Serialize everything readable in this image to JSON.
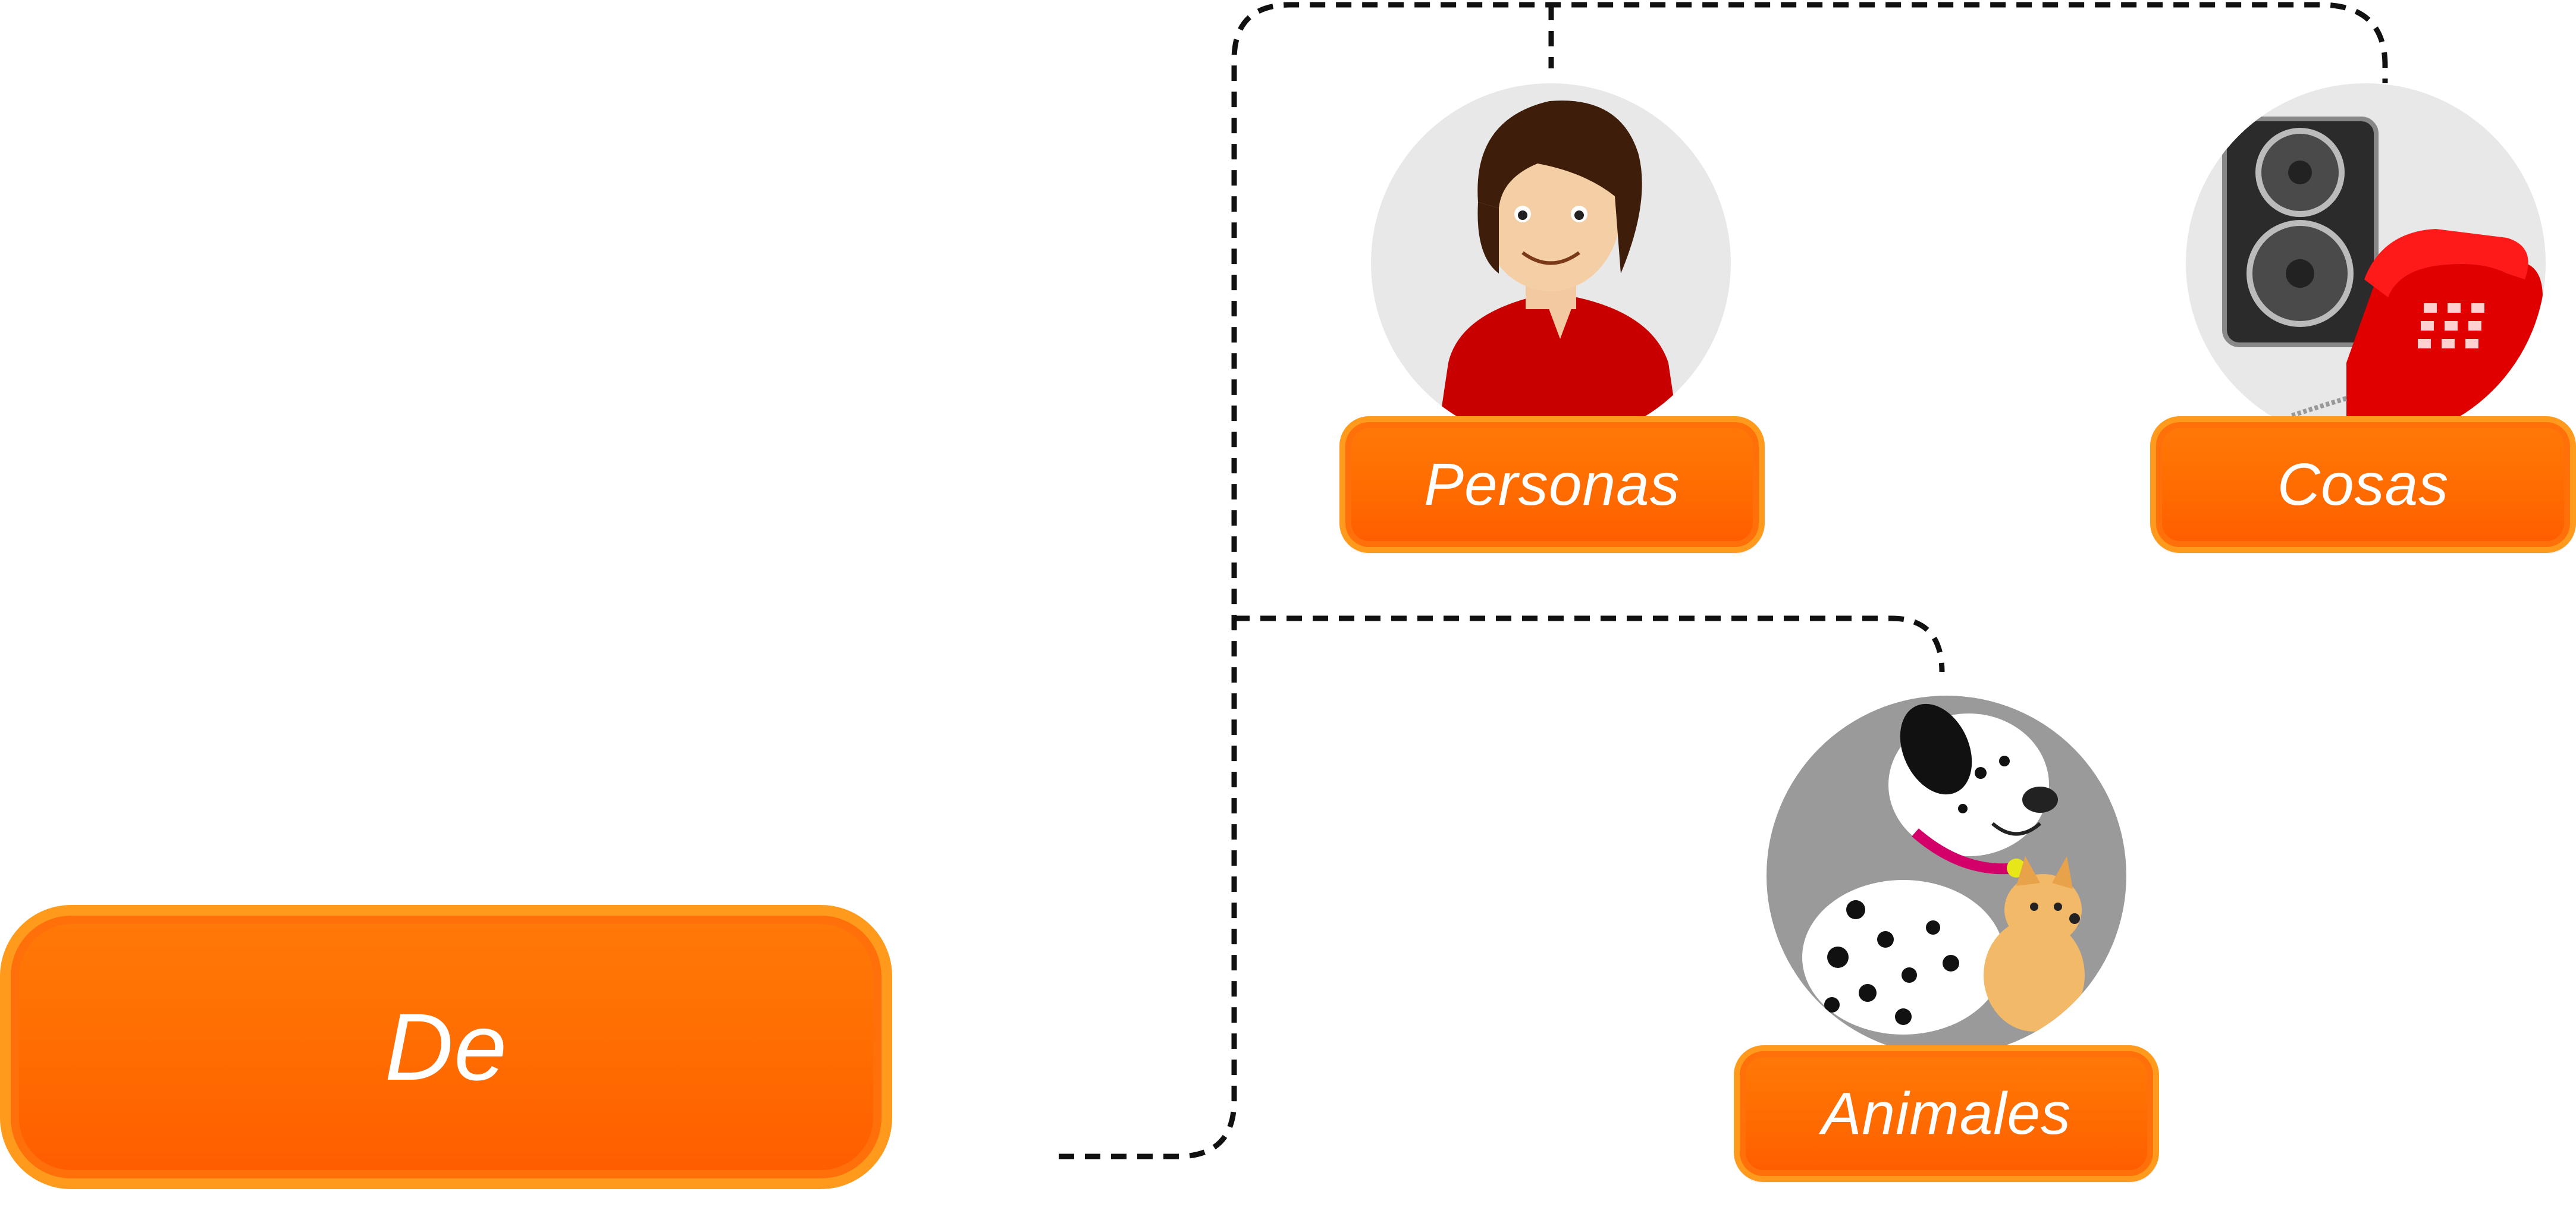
{
  "root": {
    "label": "De"
  },
  "categories": [
    {
      "id": "personas",
      "label": "Personas",
      "icon": "person-icon"
    },
    {
      "id": "cosas",
      "label": "Cosas",
      "icon": "speaker-telephone-icon"
    },
    {
      "id": "animales",
      "label": "Animales",
      "icon": "dogs-icon"
    }
  ],
  "colors": {
    "button_fill": "#ff6a00",
    "button_border": "#ff9a1c",
    "circle_light": "#e8e8e8",
    "circle_dark": "#9a9a9a",
    "connector": "#000000"
  }
}
